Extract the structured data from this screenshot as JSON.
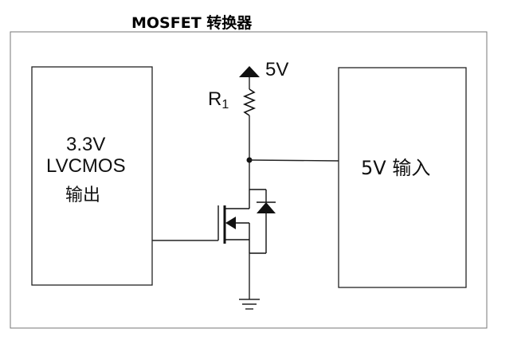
{
  "diagram": {
    "title": "MOSFET 转换器",
    "left_block": {
      "line1": "3.3V",
      "line2": "LVCMOS",
      "line3": "输出"
    },
    "supply_label": "5V",
    "resistor": {
      "letter": "R",
      "index": "1"
    },
    "right_block": {
      "label": "5V 输入"
    }
  }
}
